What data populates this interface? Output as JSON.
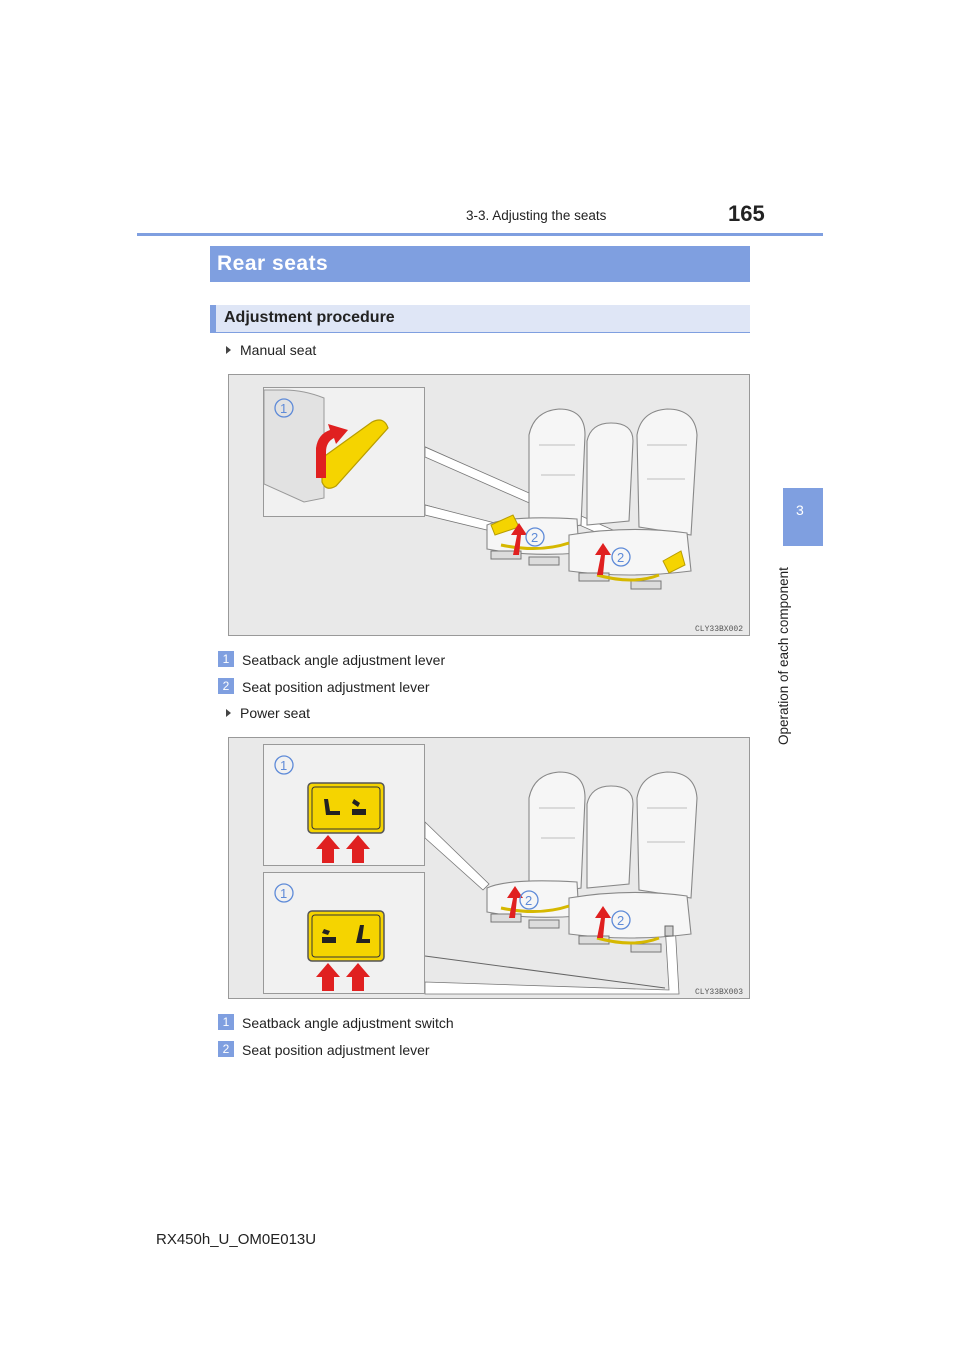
{
  "header": {
    "section": "3-3. Adjusting the seats",
    "page_number": "165"
  },
  "chapter": {
    "number": "3",
    "title": "Operation of each component"
  },
  "rear_seats": {
    "title": "Rear seats"
  },
  "adjustment": {
    "title": "Adjustment procedure"
  },
  "manual": {
    "subhead": "Manual seat",
    "figure_code": "CLY33BX002",
    "callouts": [
      "1",
      "2",
      "2"
    ],
    "legend": [
      {
        "num": "1",
        "text": "Seatback angle adjustment lever"
      },
      {
        "num": "2",
        "text": "Seat position adjustment lever"
      }
    ]
  },
  "power": {
    "subhead": "Power seat",
    "figure_code": "CLY33BX003",
    "callouts": [
      "1",
      "1",
      "2",
      "2"
    ],
    "legend": [
      {
        "num": "1",
        "text": "Seatback angle adjustment switch"
      },
      {
        "num": "2",
        "text": "Seat position adjustment lever"
      }
    ]
  },
  "footer": {
    "model_code": "RX450h_U_OM0E013U"
  },
  "colors": {
    "accent": "#7f9fe0",
    "highlight": "#f5d400",
    "arrow": "#e02020"
  }
}
